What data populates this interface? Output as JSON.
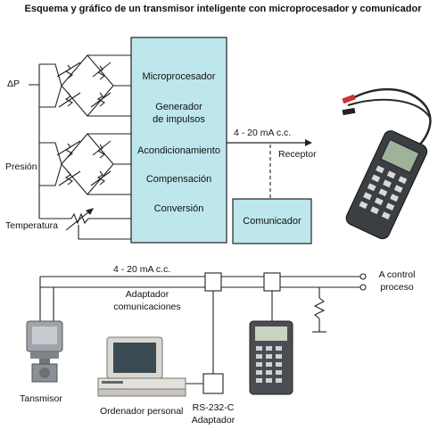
{
  "title": "Esquema y gráfico de un transmisor inteligente con microprocesador y comunicador",
  "colors": {
    "box_fill": "#bde7ec",
    "line": "#222222"
  },
  "sensors": {
    "dp": "ΔP",
    "pressure": "Presión",
    "temperature": "Temperatura"
  },
  "processor": {
    "microprocessor": "Microprocesador",
    "generator_line1": "Generador",
    "generator_line2": "de impulsos",
    "conditioning": "Acondicionamiento",
    "compensation": "Compensación",
    "conversion": "Conversión"
  },
  "top_signal": "4 - 20 mA c.c.",
  "receiver": "Receptor",
  "communicator": "Comunicador",
  "bottom_signal": "4 - 20 mA c.c.",
  "control": {
    "line1": "A control",
    "line2": "proceso"
  },
  "adapter": {
    "line1": "Adaptador",
    "line2": "comunicaciones"
  },
  "transmitter": "Tansmisor",
  "pc": "Ordenador personal",
  "rs232": {
    "line1": "RS-232-C",
    "line2": "Adaptador"
  }
}
